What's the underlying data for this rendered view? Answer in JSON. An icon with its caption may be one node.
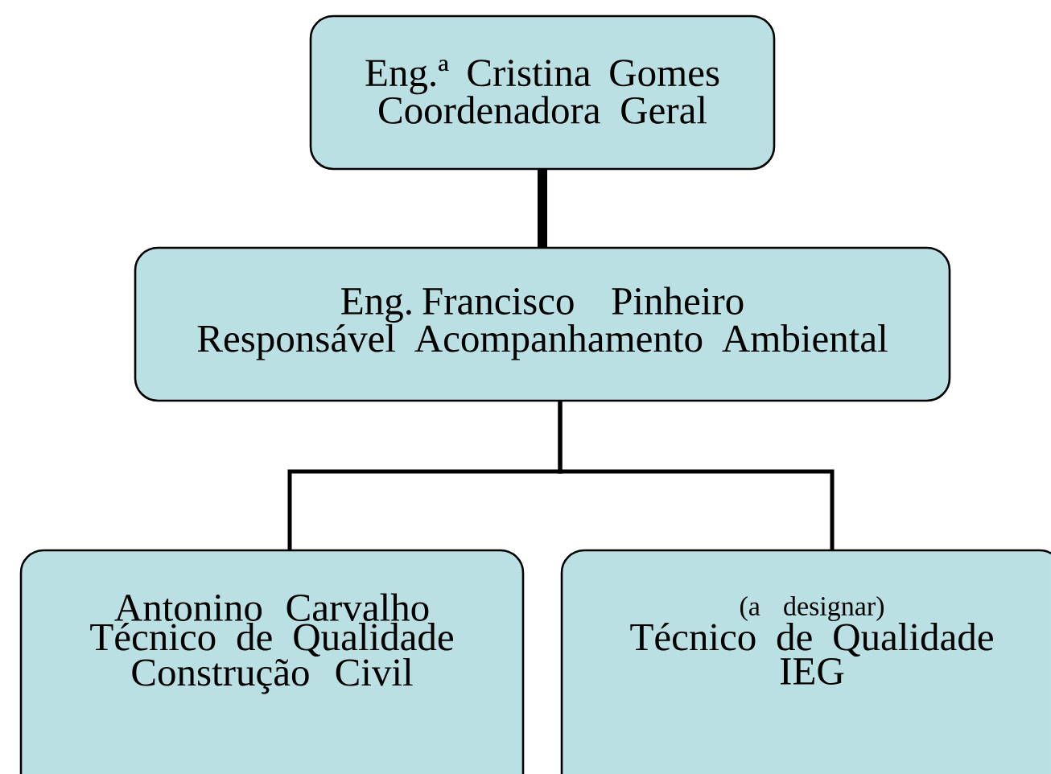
{
  "diagram": {
    "nodes": [
      {
        "text": [
          "Eng.ª Cristina Gomes",
          "Coordenadora Geral"
        ]
      },
      {
        "text": [
          "Eng. Francisco Pinheiro",
          "Responsável Acompanhamento Ambiental"
        ]
      },
      {
        "text": [
          "Antonino Carvalho",
          "Técnico de Qualidade",
          "Construção Civil"
        ]
      },
      {
        "text": [
          "(a designar)",
          "Técnico de Qualidade",
          "IEG"
        ]
      }
    ],
    "edges": [
      {
        "from": 0,
        "to": 1,
        "arrow": "none",
        "style": "thick"
      },
      {
        "from": 1,
        "to": 2,
        "arrow": "none"
      },
      {
        "from": 1,
        "to": 3,
        "arrow": "none"
      }
    ]
  }
}
